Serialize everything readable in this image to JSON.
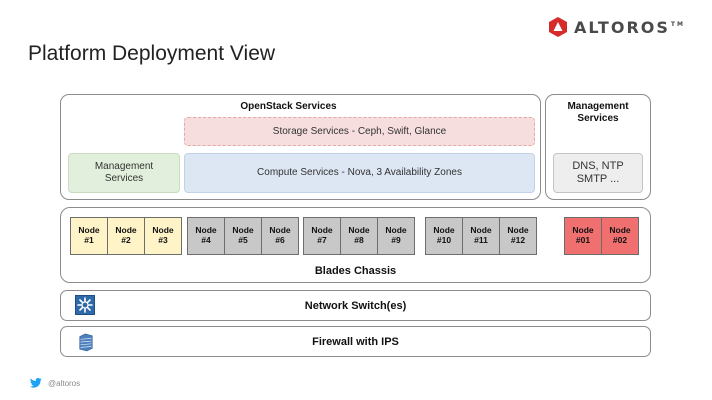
{
  "header": {
    "logo_text": "ALTOROS",
    "logo_tm": "TM",
    "title": "Platform Deployment View"
  },
  "openstack": {
    "title": "OpenStack Services",
    "storage": "Storage Services - Ceph, Swift, Glance",
    "management_line1": "Management",
    "management_line2": "Services",
    "compute": "Compute Services - Nova, 3 Availability Zones"
  },
  "management": {
    "title_line1": "Management",
    "title_line2": "Services",
    "box_line1": "DNS, NTP",
    "box_line2": "SMTP ..."
  },
  "blades": {
    "label": "Blades Chassis",
    "groups": [
      {
        "color": "#fff3c8",
        "nodes": [
          [
            "Node",
            "#1"
          ],
          [
            "Node",
            "#2"
          ],
          [
            "Node",
            "#3"
          ]
        ]
      },
      {
        "color": "#c8c8c8",
        "nodes": [
          [
            "Node",
            "#4"
          ],
          [
            "Node",
            "#5"
          ],
          [
            "Node",
            "#6"
          ]
        ]
      },
      {
        "color": "#c8c8c8",
        "nodes": [
          [
            "Node",
            "#7"
          ],
          [
            "Node",
            "#8"
          ],
          [
            "Node",
            "#9"
          ]
        ]
      },
      {
        "color": "#c8c8c8",
        "nodes": [
          [
            "Node",
            "#10"
          ],
          [
            "Node",
            "#11"
          ],
          [
            "Node",
            "#12"
          ]
        ]
      },
      {
        "color": "#f07070",
        "nodes": [
          [
            "Node",
            "#01"
          ],
          [
            "Node",
            "#02"
          ]
        ]
      }
    ]
  },
  "network": {
    "label": "Network Switch(es)"
  },
  "firewall": {
    "label": "Firewall with IPS"
  },
  "footer": {
    "handle": "@altoros"
  },
  "colors": {
    "storage_fill": "#f6dede",
    "storage_border": "#e4a8a8",
    "management_fill": "#e2efdc",
    "compute_fill": "#dde7f4",
    "brand_red": "#d62b2b",
    "twitter": "#1da1f2",
    "switch_blue": "#2f6aa8"
  }
}
